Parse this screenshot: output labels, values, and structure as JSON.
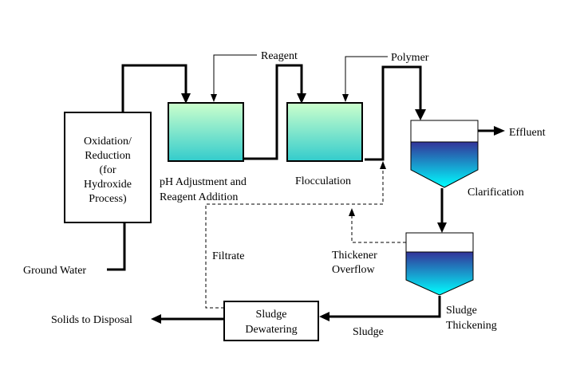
{
  "labels": {
    "oxidation": [
      "Oxidation/",
      "Reduction",
      "(for",
      "Hydroxide",
      "Process)"
    ],
    "ground_water": "Ground Water",
    "reagent": "Reagent",
    "polymer": "Polymer",
    "ph_adjustment": [
      "pH Adjustment and",
      "Reagent Addition"
    ],
    "flocculation": "Flocculation",
    "effluent": "Effluent",
    "clarification": "Clarification",
    "filtrate": "Filtrate",
    "thickener_overflow": [
      "Thickener",
      "Overflow"
    ],
    "sludge_thickening": [
      "Sludge",
      "Thickening"
    ],
    "sludge_dewatering": [
      "Sludge",
      "Dewatering"
    ],
    "sludge": "Sludge",
    "solids_to_disposal": "Solids to Disposal"
  },
  "colors": {
    "tank_top": "#ccffcc",
    "tank_bottom": "#33cccc",
    "clarifier_top": "#333399",
    "clarifier_bottom": "#00ffff",
    "line": "#000000"
  }
}
